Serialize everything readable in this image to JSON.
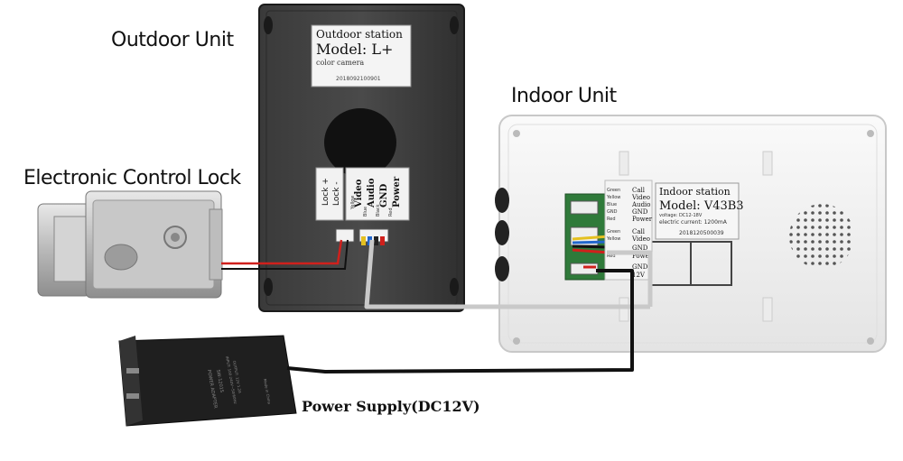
{
  "labels": {
    "outdoor_unit": "Outdoor Unit",
    "indoor_unit": "Indoor Unit",
    "lock": "Electronic Control Lock",
    "power_supply": "Power Supply(DC12V)"
  },
  "outdoor_label": {
    "title": "Outdoor station",
    "model": "Model: L+",
    "subtitle": "color camera",
    "serial": "2018092100901"
  },
  "outdoor_terminals": {
    "lock_pos": "Lock +",
    "lock_neg": "Lock -",
    "video": "Video",
    "audio": "Audio",
    "gnd": "GND",
    "power": "Power",
    "yellow": "Yellow",
    "blue": "Blue",
    "black": "Black",
    "red": "Red"
  },
  "indoor_label": {
    "title": "Indoor station",
    "model": "Model: V43B3",
    "voltage": "voltage: DC12-18V",
    "current": "electric current: 1200mA",
    "serial": "2018120500039"
  },
  "indoor_terminals": {
    "call1": "Call",
    "video1": "Video",
    "audio1": "Audio",
    "gnd1": "GND",
    "power1": "Power",
    "call2": "Call",
    "video2": "Video",
    "gnd2": "GND",
    "power2": "Power",
    "gnd3": "GND",
    "v12": "12V",
    "green1": "Green",
    "yellow1": "Yellow",
    "blue1": "Blue",
    "black1": "GND",
    "red1": "Red",
    "green2": "Green",
    "yellow2": "Yellow",
    "red2": "Red"
  },
  "adapter_text": {
    "title": "POWER ADAPTER",
    "model": "SW-1201S",
    "input": "INPUT: 100-240V~50/60Hz",
    "output": "OUTPUT: 12V 1.2A",
    "made": "Made in China"
  },
  "colors": {
    "red_wire": "#d0201c",
    "gray_wire": "#c9c9c9",
    "black_wire": "#111111"
  }
}
